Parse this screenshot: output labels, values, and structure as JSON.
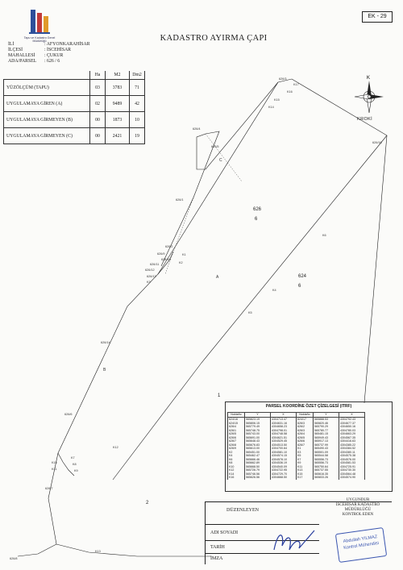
{
  "header": {
    "annex": "EK - 29",
    "title": "KADASTRO AYIRMA ÇAPI",
    "logo_caption": "Tapu ve Kadastro Genel Müdürlüğü"
  },
  "location": [
    {
      "key": "İLİ",
      "value": ": AFYONKARAHİSAR"
    },
    {
      "key": "İLÇESİ",
      "value": ": İSCEHİSAR"
    },
    {
      "key": "MAHALLESİ",
      "value": ": ÇUKUR"
    },
    {
      "key": "ADA/PARSEL",
      "value": ": 626 / 6"
    }
  ],
  "area_table": {
    "headers": [
      "Ha",
      "M2",
      "Dm2"
    ],
    "rows": [
      {
        "label": "YÜZÖLÇÜM (TAPU)",
        "ha": "03",
        "m2": "3783",
        "dm2": "71"
      },
      {
        "label": "UYGULAMAYA GİREN (A)",
        "ha": "02",
        "m2": "9489",
        "dm2": "42"
      },
      {
        "label": "UYGULAMAYA GİRMEYEN (B)",
        "ha": "00",
        "m2": "1873",
        "dm2": "10"
      },
      {
        "label": "UYGULAMAYA GİRMEYEN (C)",
        "ha": "00",
        "m2": "2421",
        "dm2": "19"
      }
    ]
  },
  "compass": {
    "north": "K",
    "caption": "KROKİ"
  },
  "plot": {
    "parcel_labels": [
      "626",
      "6",
      "624",
      "6",
      "1",
      "2"
    ],
    "zone_labels": [
      "C",
      "A",
      "B"
    ],
    "point_labels": [
      "626/3",
      "K17",
      "K16",
      "K15",
      "K14",
      "626/16",
      "626/4",
      "626/5",
      "626/1",
      "626/2",
      "626/9",
      "626/10",
      "626/11",
      "626/12",
      "626/13",
      "626/14",
      "626/6",
      "626/7",
      "626/8",
      "K1",
      "K2",
      "K3",
      "K4",
      "K5",
      "K6",
      "K7",
      "K8",
      "K9",
      "K10",
      "K11",
      "K12",
      "K13"
    ]
  },
  "coord_table": {
    "title": "PARSEL KOORDİNE ÖZET ÇİZELGESİ (ITRF)",
    "headers": [
      "Noktaño",
      "Y",
      "X",
      "Noktaño",
      "Y",
      "X"
    ],
    "rows": [
      [
        "624/16",
        "565823.19",
        "4304713.47",
        "624/17",
        "565888.53",
        "4304792.43"
      ],
      [
        "624/15",
        "565806.15",
        "4304631.16",
        "626/3",
        "565820.46",
        "4304677.37"
      ],
      [
        "626/4",
        "565779.49",
        "4304658.23",
        "626/2",
        "565790.29",
        "4304650.16"
      ],
      [
        "626/1",
        "565748.75",
        "4304798.01",
        "626/3",
        "565780.77",
        "4304780.03"
      ],
      [
        "626/5",
        "565743.00",
        "4304748.58",
        "626/4",
        "565481.15",
        "4304663.29"
      ],
      [
        "626/6",
        "565691.00",
        "4304621.51",
        "626/5",
        "565949.43",
        "4304567.35"
      ],
      [
        "626/7",
        "565648.43",
        "4304529.45",
        "626/6",
        "565917.13",
        "4304416.63"
      ],
      [
        "626/8",
        "565676.83",
        "4304513.50",
        "626/7",
        "565737.99",
        "4304385.22"
      ],
      [
        "626/9",
        "565613.00",
        "4304700.64",
        "K1",
        "565490.43",
        "4304384.52"
      ],
      [
        "K2",
        "565451.00",
        "4304581.10",
        "K3",
        "565501.09",
        "4304380.11"
      ],
      [
        "K4",
        "565462.47",
        "4304574.15",
        "K5",
        "565544.58",
        "4304575.38"
      ],
      [
        "K6",
        "565666.46",
        "4304578.10",
        "K7",
        "565556.73",
        "4304576.00"
      ],
      [
        "K8",
        "565662.89",
        "4304536.19",
        "K9",
        "565556.73",
        "4304581.53"
      ],
      [
        "K10",
        "565668.50",
        "4304540.09",
        "K11",
        "565750.64",
        "4304725.91"
      ],
      [
        "K12",
        "565726.79",
        "4304722.95",
        "K13",
        "565737.55",
        "4304730.30"
      ],
      [
        "K14",
        "565746.56",
        "4304729.70",
        "K15",
        "565616.35",
        "4304564.48"
      ],
      [
        "K16",
        "565626.56",
        "4304668.50",
        "K17",
        "565833.26",
        "4304574.90"
      ]
    ]
  },
  "signatures": {
    "prepared_by": "DÜZENLEYEN",
    "name_label": "ADI SOYADI",
    "date_label": "TARİH",
    "signature_label": "İMZA",
    "control_heading": "UYGUNDUR",
    "control_office": "İSCEHİSAR KADASTRO MÜDÜRLÜĞÜ",
    "control_by": "KONTROL EDEN",
    "stamp_name": "Abdullah YILMAZ",
    "stamp_role": "Kontrol Mühendisi"
  }
}
